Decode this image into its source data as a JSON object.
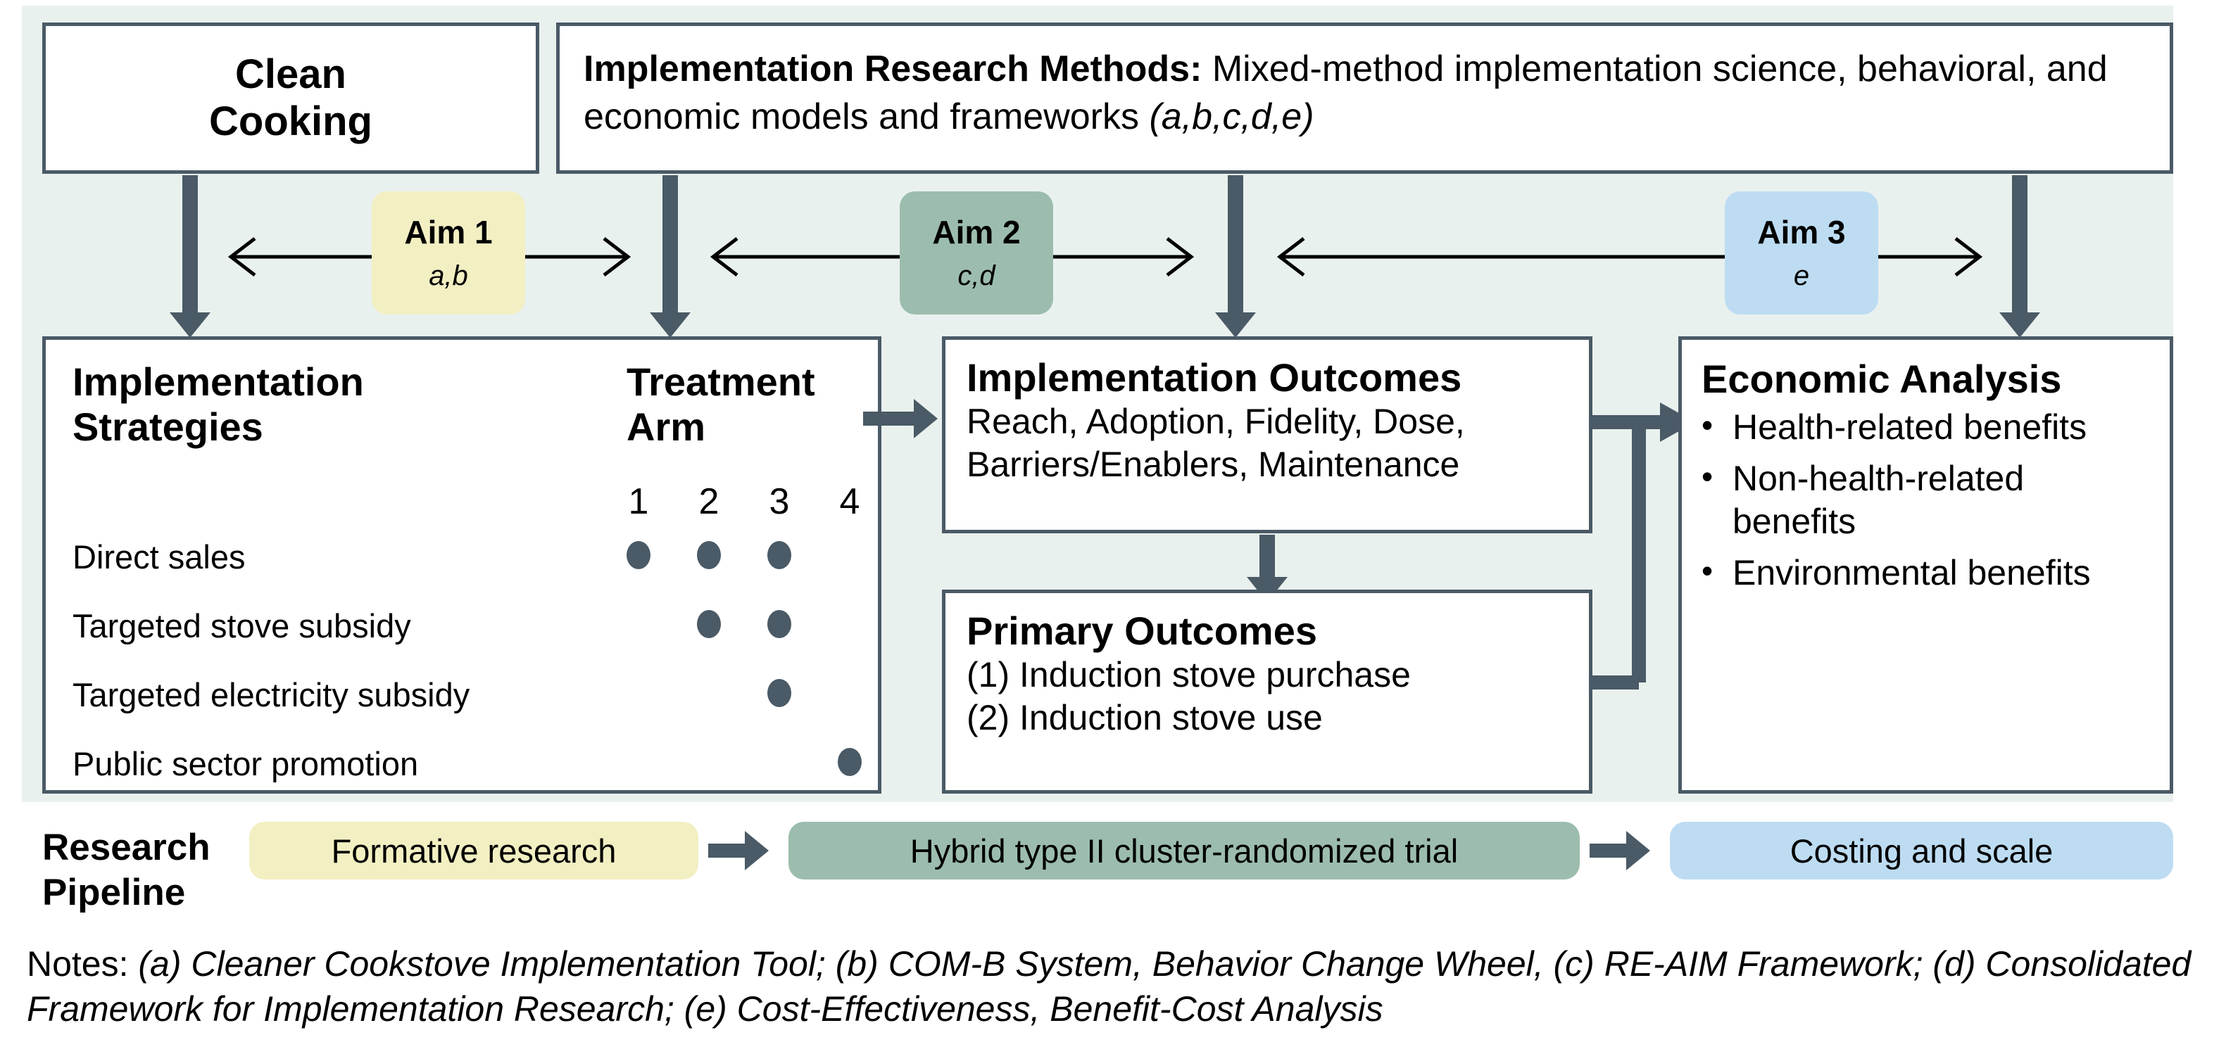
{
  "colors": {
    "panel_bg": "#e9f1ee",
    "border": "#4a5a66",
    "arrow": "#4a5a66",
    "aim1_fill": "#f2efc2",
    "aim2_fill": "#9cbdae",
    "aim3_fill": "#bddcf2",
    "box_fill": "#ffffff",
    "text": "#000000"
  },
  "boxes": {
    "clean_cooking": {
      "line1": "Clean",
      "line2": "Cooking"
    },
    "methods": {
      "label": "Implementation Research Methods:",
      "body": " Mixed-method implementation science, behavioral, and economic models and frameworks ",
      "refs": "(a,b,c,d,e)"
    },
    "strategies": {
      "title_line1": "Implementation",
      "title_line2": "Strategies",
      "arm_title_line1": "Treatment",
      "arm_title_line2": "Arm",
      "arm_numbers": [
        "1",
        "2",
        "3",
        "4"
      ],
      "rows": [
        {
          "label": "Direct sales",
          "arms": [
            true,
            true,
            true,
            false
          ]
        },
        {
          "label": "Targeted stove subsidy",
          "arms": [
            false,
            true,
            true,
            false
          ]
        },
        {
          "label": "Targeted electricity subsidy",
          "arms": [
            false,
            false,
            true,
            false
          ]
        },
        {
          "label": "Public sector promotion",
          "arms": [
            false,
            false,
            false,
            true
          ]
        }
      ]
    },
    "implementation_outcomes": {
      "title": "Implementation Outcomes",
      "line1": "Reach, Adoption, Fidelity, Dose,",
      "line2": "Barriers/Enablers, Maintenance"
    },
    "primary_outcomes": {
      "title": "Primary Outcomes",
      "line1": "(1) Induction stove purchase",
      "line2": "(2) Induction stove use"
    },
    "economic_analysis": {
      "title": "Economic Analysis",
      "bullets": [
        "Health-related benefits",
        "Non-health-related benefits",
        "Environmental benefits"
      ]
    }
  },
  "aims": [
    {
      "name": "Aim 1",
      "refs": "a,b"
    },
    {
      "name": "Aim 2",
      "refs": "c,d"
    },
    {
      "name": "Aim 3",
      "refs": "e"
    }
  ],
  "pipeline": {
    "label_line1": "Research",
    "label_line2": "Pipeline",
    "stages": [
      {
        "label": "Formative research",
        "fill": "#f2efc2"
      },
      {
        "label": "Hybrid type II cluster-randomized trial",
        "fill": "#9cbdae"
      },
      {
        "label": "Costing and scale",
        "fill": "#bddcf2"
      }
    ]
  },
  "notes": {
    "prefix": "Notes: ",
    "text": "(a) Cleaner Cookstove Implementation Tool; (b) COM-B System, Behavior Change Wheel, (c) RE-AIM Framework; (d) Consolidated Framework for Implementation Research; (e) Cost-Effectiveness, Benefit-Cost Analysis"
  }
}
